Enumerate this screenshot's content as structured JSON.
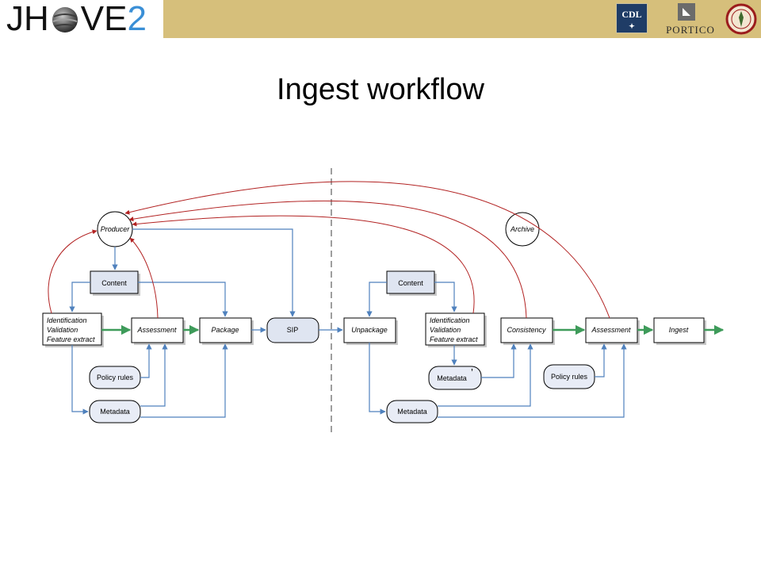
{
  "header": {
    "logo": {
      "prefix": "JH",
      "suffix": "VE",
      "version": "2",
      "globe_icon": "globe-icon"
    },
    "partners": {
      "cdl": "CDL",
      "portico": "PORTICO",
      "seal_icon": "university-seal-icon"
    },
    "banner_color": "#d6bf7b"
  },
  "title": "Ingest workflow",
  "diagram": {
    "left": {
      "producer": "Producer",
      "content": "Content",
      "identification": [
        "Identification",
        "Validation",
        "Feature extract"
      ],
      "assessment": "Assessment",
      "package": "Package",
      "sip": "SIP",
      "policy_rules": "Policy rules",
      "metadata": "Metadata"
    },
    "right": {
      "archive": "Archive",
      "content": "Content",
      "unpackage": "Unpackage",
      "identification": [
        "Identification",
        "Validation",
        "Feature extract"
      ],
      "consistency": "Consistency",
      "assessment": "Assessment",
      "ingest": "Ingest",
      "metadata_prime": "Metadata",
      "prime_mark": "’",
      "policy_rules": "Policy rules",
      "metadata": "Metadata"
    },
    "colors": {
      "flow": "#3e9b5a",
      "info": "#4f81bd",
      "feedback": "#b22222",
      "box_fill": "#ffffff",
      "rounded_fill": "#e8ecf6",
      "divider": "#7f7f7f"
    }
  }
}
